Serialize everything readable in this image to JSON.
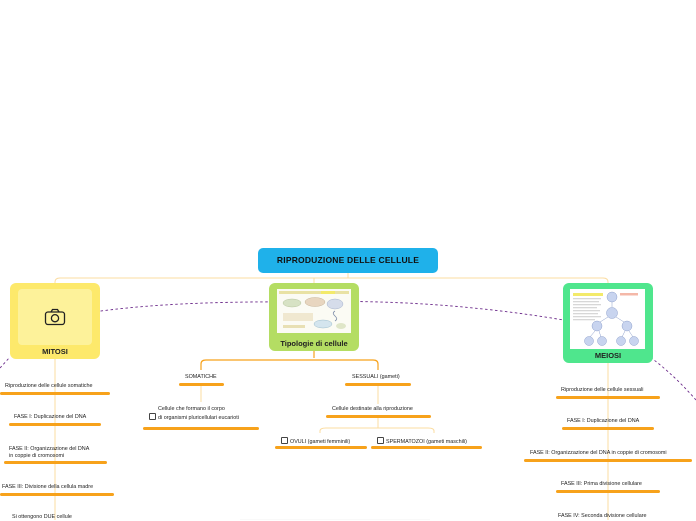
{
  "root": {
    "title": "RIPRODUZIONE DELLE CELLULE"
  },
  "mitosi": {
    "label": "MITOSI",
    "icon": "camera-icon",
    "items": [
      "Riproduzione delle cellule somatiche",
      "FASE I: Duplicazione del DNA",
      "FASE II: Organizzazione del DNA",
      "in coppie di cromosomi",
      "FASE III: Divisione della cellula madre",
      "Si ottengono DUE cellule"
    ]
  },
  "tipologie": {
    "label": "Tipologie di cellule",
    "somatiche": {
      "label": "SOMATICHE",
      "desc1": "Cellule che formano il corpo",
      "desc2": "di organismi pluricellulari eucarioti"
    },
    "sessuali": {
      "label": "SESSUALI (gameti)",
      "desc": "Cellule destinate alla riproduzione",
      "ovuli": "OVULI (gameti femminili)",
      "spermatozoi": "SPERMATOZOI (gameti maschili)"
    }
  },
  "meiosi": {
    "label": "MEIOSI",
    "items": [
      "Riproduzione delle cellule sessuali",
      "FASE I: Duplicazione del DNA",
      "FASE II: Organizzazione del DNA in coppie di cromosomi",
      "FASE III: Prima divisione cellulare",
      "FASE IV: Seconda divisione cellulare"
    ]
  },
  "colors": {
    "root": "#1fb1ea",
    "mitosi": "#fde96b",
    "tipologie": "#b4dd63",
    "meiosi": "#4fe68d",
    "underline": "#f7a21b",
    "connector": "#f7c97a",
    "dashed": "#6b2a8a"
  }
}
